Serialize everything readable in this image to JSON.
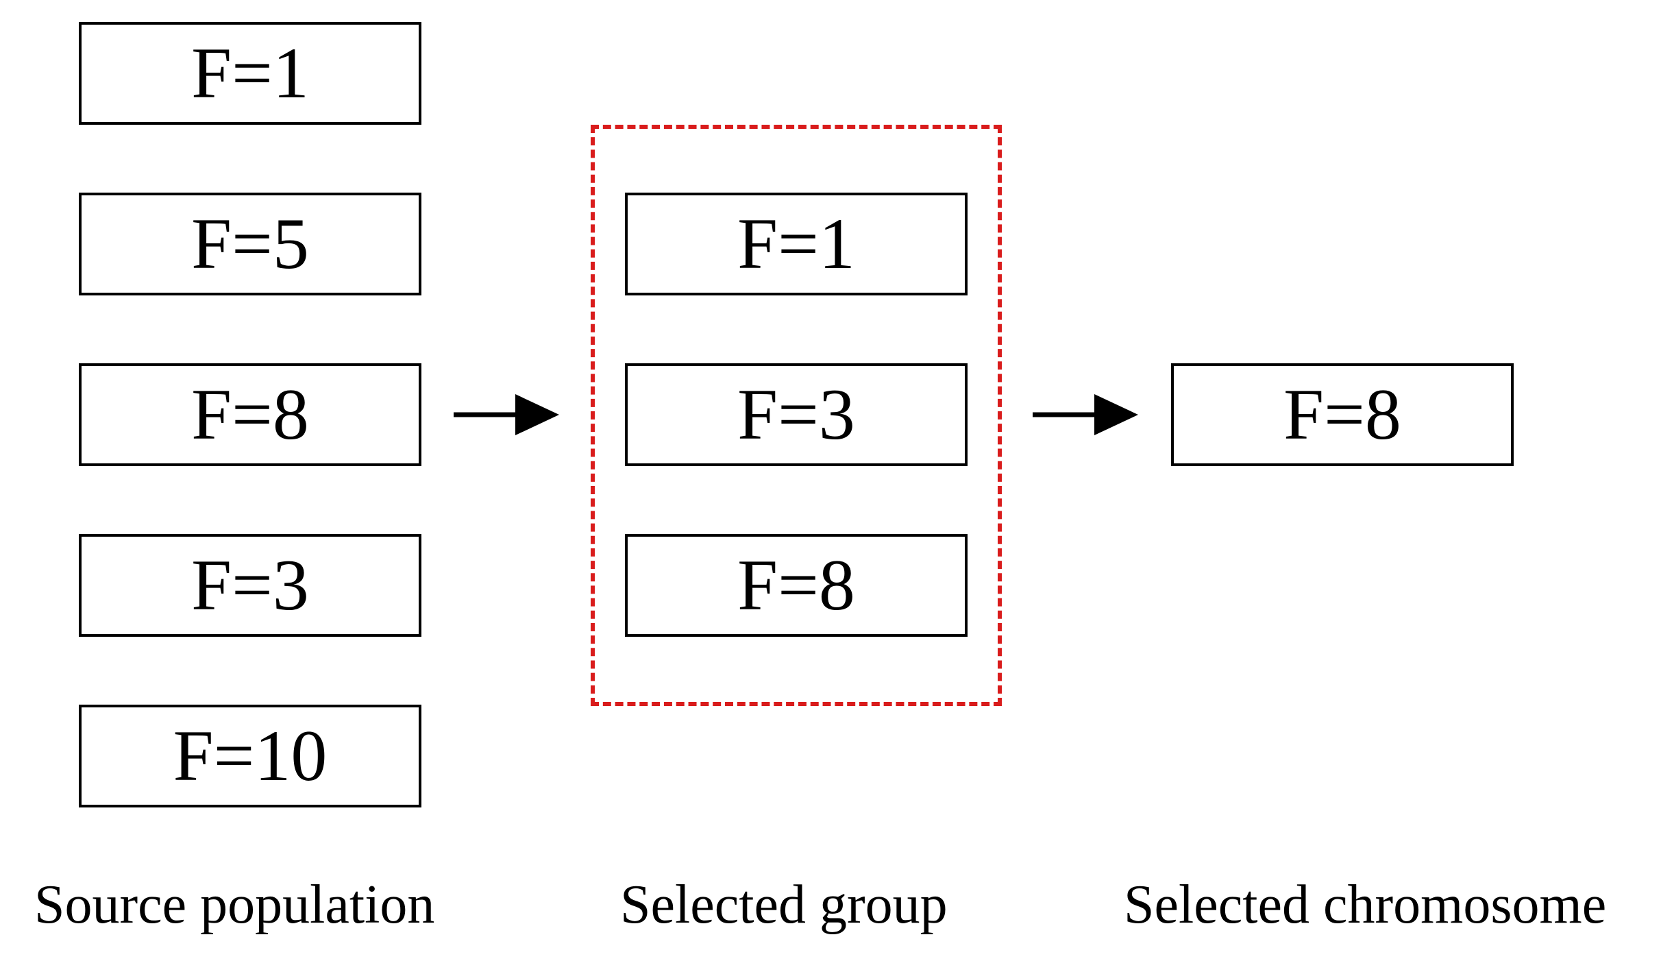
{
  "colors": {
    "box_border": "#000000",
    "group_border": "#d91c1c",
    "arrow": "#000000"
  },
  "source_population": {
    "items": [
      "F=1",
      "F=5",
      "F=8",
      "F=3",
      "F=10"
    ],
    "label": "Source population"
  },
  "selected_group": {
    "items": [
      "F=1",
      "F=3",
      "F=8"
    ],
    "label": "Selected group"
  },
  "selected_chromosome": {
    "item": "F=8",
    "label": "Selected chromosome"
  }
}
